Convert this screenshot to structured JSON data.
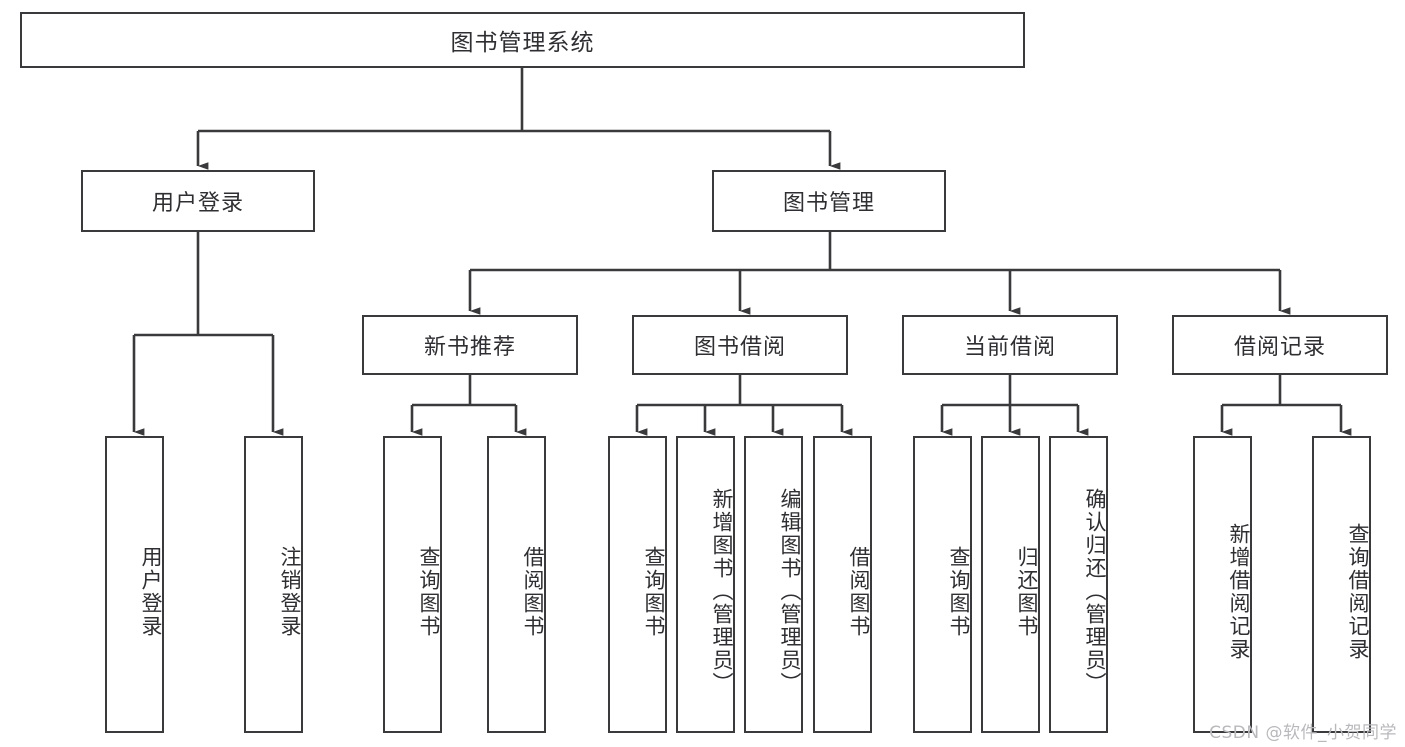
{
  "diagram": {
    "type": "tree",
    "title": "图书管理系统",
    "root": {
      "id": "root",
      "label": "图书管理系统"
    },
    "level1": [
      {
        "id": "user-login",
        "label": "用户登录"
      },
      {
        "id": "book-manage",
        "label": "图书管理"
      }
    ],
    "level2": [
      {
        "id": "new-book-rec",
        "label": "新书推荐",
        "parent": "book-manage"
      },
      {
        "id": "book-borrow",
        "label": "图书借阅",
        "parent": "book-manage"
      },
      {
        "id": "current-borrow",
        "label": "当前借阅",
        "parent": "book-manage"
      },
      {
        "id": "borrow-record",
        "label": "借阅记录",
        "parent": "book-manage"
      }
    ],
    "leaves": [
      {
        "id": "leaf-user-login",
        "label": "用户登录",
        "parent": "user-login"
      },
      {
        "id": "leaf-logout",
        "label": "注销登录",
        "parent": "user-login"
      },
      {
        "id": "leaf-query-book-1",
        "label": "查询图书",
        "parent": "new-book-rec"
      },
      {
        "id": "leaf-borrow-book-1",
        "label": "借阅图书",
        "parent": "new-book-rec"
      },
      {
        "id": "leaf-query-book-2",
        "label": "查询图书",
        "parent": "book-borrow"
      },
      {
        "id": "leaf-add-book",
        "label": "新增图书（管理员）",
        "parent": "book-borrow"
      },
      {
        "id": "leaf-edit-book",
        "label": "编辑图书（管理员）",
        "parent": "book-borrow"
      },
      {
        "id": "leaf-borrow-book-2",
        "label": "借阅图书",
        "parent": "book-borrow"
      },
      {
        "id": "leaf-query-book-3",
        "label": "查询图书",
        "parent": "current-borrow"
      },
      {
        "id": "leaf-return-book",
        "label": "归还图书",
        "parent": "current-borrow"
      },
      {
        "id": "leaf-confirm-return",
        "label": "确认归还（管理员）",
        "parent": "current-borrow"
      },
      {
        "id": "leaf-add-record",
        "label": "新增借阅记录",
        "parent": "borrow-record"
      },
      {
        "id": "leaf-query-record",
        "label": "查询借阅记录",
        "parent": "borrow-record"
      }
    ]
  },
  "watermark": {
    "text": "CSDN @软件_小贺同学"
  },
  "colors": {
    "border": "#3a3a3c",
    "text": "#2f2f33",
    "line": "#3a3a3c",
    "background": "#ffffff",
    "watermark": "#b9b9bd"
  }
}
